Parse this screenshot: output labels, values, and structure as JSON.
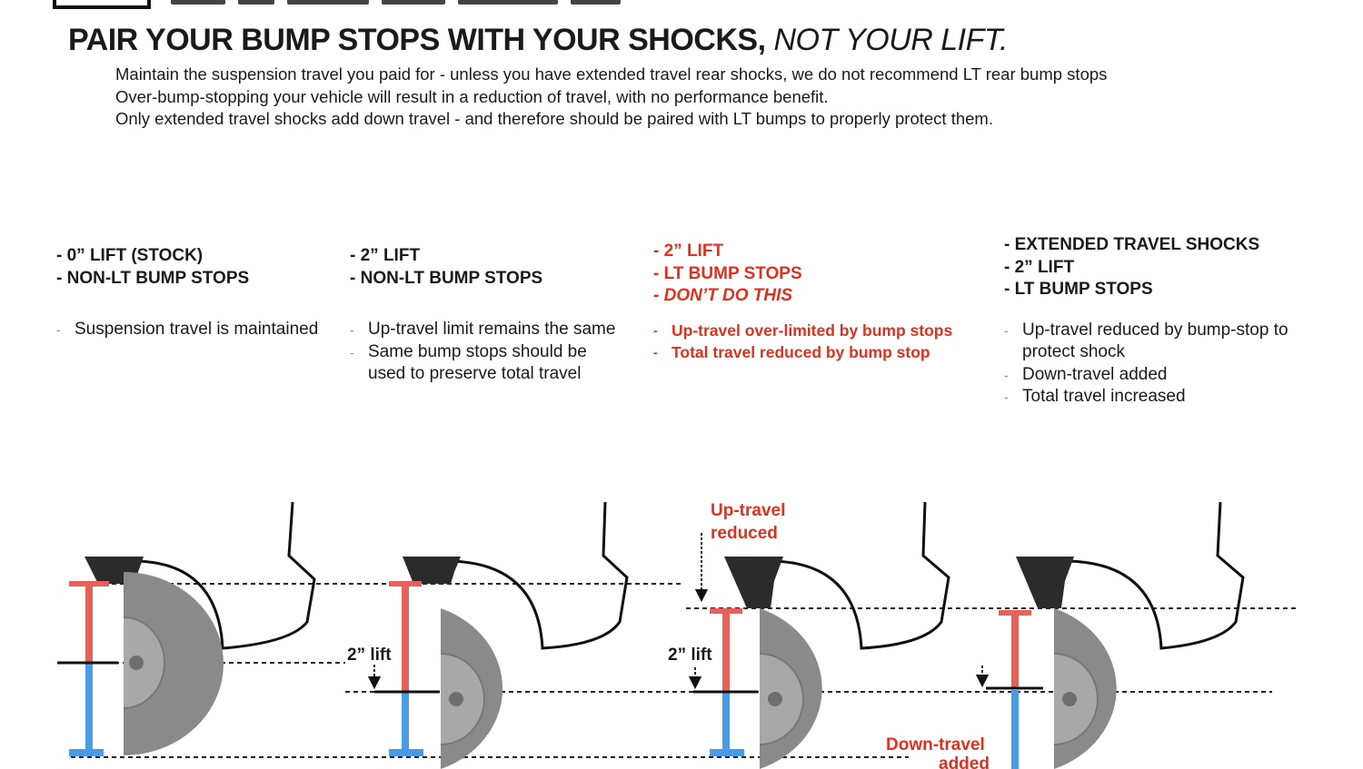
{
  "title": {
    "main": "PAIR YOUR BUMP STOPS WITH YOUR SHOCKS",
    "comma": ",",
    "emphasis": " NOT YOUR LIFT."
  },
  "intro": [
    "Maintain the suspension travel you paid for - unless you have extended travel rear shocks, we do not recommend LT rear bump stops",
    "Over-bump-stopping your vehicle will result in a reduction of travel, with no performance benefit.",
    "Only extended travel shocks add down travel - and therefore should be paired with LT bumps to properly protect them."
  ],
  "columns": [
    {
      "headings": [
        "- 0” LIFT (STOCK)",
        "- NON-LT BUMP STOPS"
      ],
      "bullets": [
        "Suspension travel is maintained"
      ]
    },
    {
      "headings": [
        "- 2” LIFT",
        "- NON-LT BUMP STOPS"
      ],
      "bullets": [
        "Up-travel limit remains the same",
        "Same bump stops should be used to preserve total travel"
      ]
    },
    {
      "headings": [
        "- 2” LIFT",
        "- LT BUMP STOPS",
        "- DON’T DO THIS"
      ],
      "bullets": [
        "Up-travel over-limited by bump stops",
        "Total travel reduced by bump stop"
      ]
    },
    {
      "headings": [
        "- EXTENDED TRAVEL SHOCKS",
        "- 2” LIFT",
        "- LT BUMP STOPS"
      ],
      "bullets": [
        "Up-travel reduced by bump-stop to protect shock",
        "Down-travel added",
        "Total travel increased"
      ]
    }
  ],
  "diagram": {
    "label_lift_2": "2” lift",
    "label_lift_3": "2” lift",
    "label_up_travel_line1": "Up-travel",
    "label_up_travel_line2": "reduced",
    "label_down_travel_line1": "Down-travel",
    "label_down_travel_line2": "added"
  },
  "colors": {
    "warning_red": "#e0301e",
    "up_travel_red": "#e8605a",
    "down_travel_blue": "#4a9be6",
    "tire_gray": "#8a8a8a",
    "bump_stop_dark": "#2b2b2b"
  }
}
